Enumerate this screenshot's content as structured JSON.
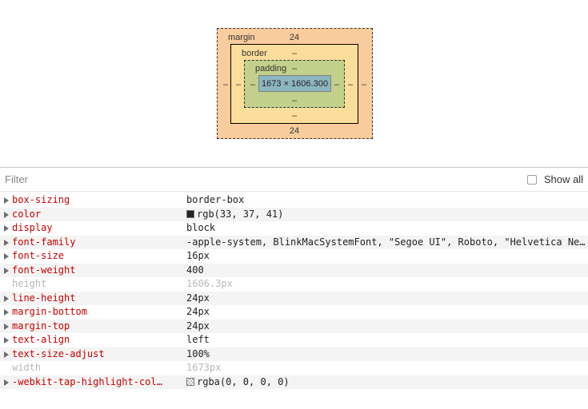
{
  "box_model": {
    "margin_label": "margin",
    "margin_top": "24",
    "margin_bottom": "24",
    "margin_left": "–",
    "margin_right": "–",
    "border_label": "border",
    "border_top": "–",
    "border_bottom": "–",
    "border_left": "–",
    "border_right": "–",
    "padding_label": "padding",
    "padding_top": "–",
    "padding_bottom": "–",
    "padding_left": "–",
    "padding_right": "–",
    "content_size": "1673 × 1606.300"
  },
  "filter": {
    "placeholder": "Filter",
    "show_all_label": "Show all",
    "show_all_checked": false
  },
  "properties": [
    {
      "name": "box-sizing",
      "value": "border-box"
    },
    {
      "name": "color",
      "value": "rgb(33, 37, 41)",
      "swatch": "#212529"
    },
    {
      "name": "display",
      "value": "block"
    },
    {
      "name": "font-family",
      "value": "-apple-system, BlinkMacSystemFont, \"Segoe UI\", Roboto, \"Helvetica Ne…"
    },
    {
      "name": "font-size",
      "value": "16px"
    },
    {
      "name": "font-weight",
      "value": "400"
    },
    {
      "name": "height",
      "value": "1606.3px",
      "inherited": true
    },
    {
      "name": "line-height",
      "value": "24px"
    },
    {
      "name": "margin-bottom",
      "value": "24px"
    },
    {
      "name": "margin-top",
      "value": "24px"
    },
    {
      "name": "text-align",
      "value": "left"
    },
    {
      "name": "text-size-adjust",
      "value": "100%"
    },
    {
      "name": "width",
      "value": "1673px",
      "inherited": true
    },
    {
      "name": "-webkit-tap-highlight-col…",
      "value": "rgba(0, 0, 0, 0)",
      "swatch": "transparent"
    }
  ]
}
